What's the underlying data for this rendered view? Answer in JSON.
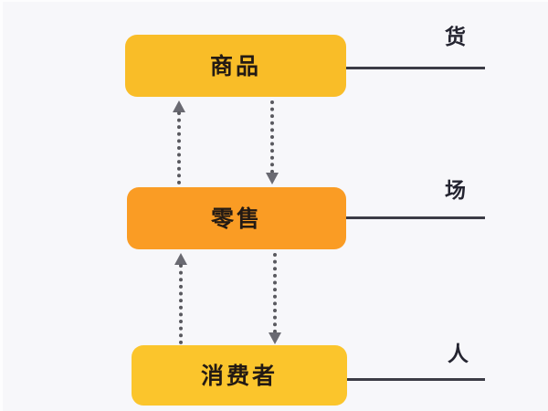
{
  "diagram": {
    "background_color": "#f7f7fa",
    "nodes": [
      {
        "id": "goods",
        "label": "商品",
        "color": "#f9bd28",
        "side_label": "货"
      },
      {
        "id": "retail",
        "label": "零售",
        "color": "#fa9c24",
        "side_label": "场"
      },
      {
        "id": "consumer",
        "label": "消费者",
        "color": "#fbc52c",
        "side_label": "人"
      }
    ],
    "connector_color": "#3c3c46",
    "arrow_color": "#6a6a72",
    "arrows": [
      {
        "id": "goods-up",
        "from": "retail",
        "to": "goods",
        "direction": "up",
        "style": "dotted"
      },
      {
        "id": "goods-down",
        "from": "goods",
        "to": "retail",
        "direction": "down",
        "style": "dotted"
      },
      {
        "id": "retail-up",
        "from": "consumer",
        "to": "retail",
        "direction": "up",
        "style": "dotted"
      },
      {
        "id": "retail-down",
        "from": "retail",
        "to": "consumer",
        "direction": "down",
        "style": "dotted"
      }
    ]
  }
}
